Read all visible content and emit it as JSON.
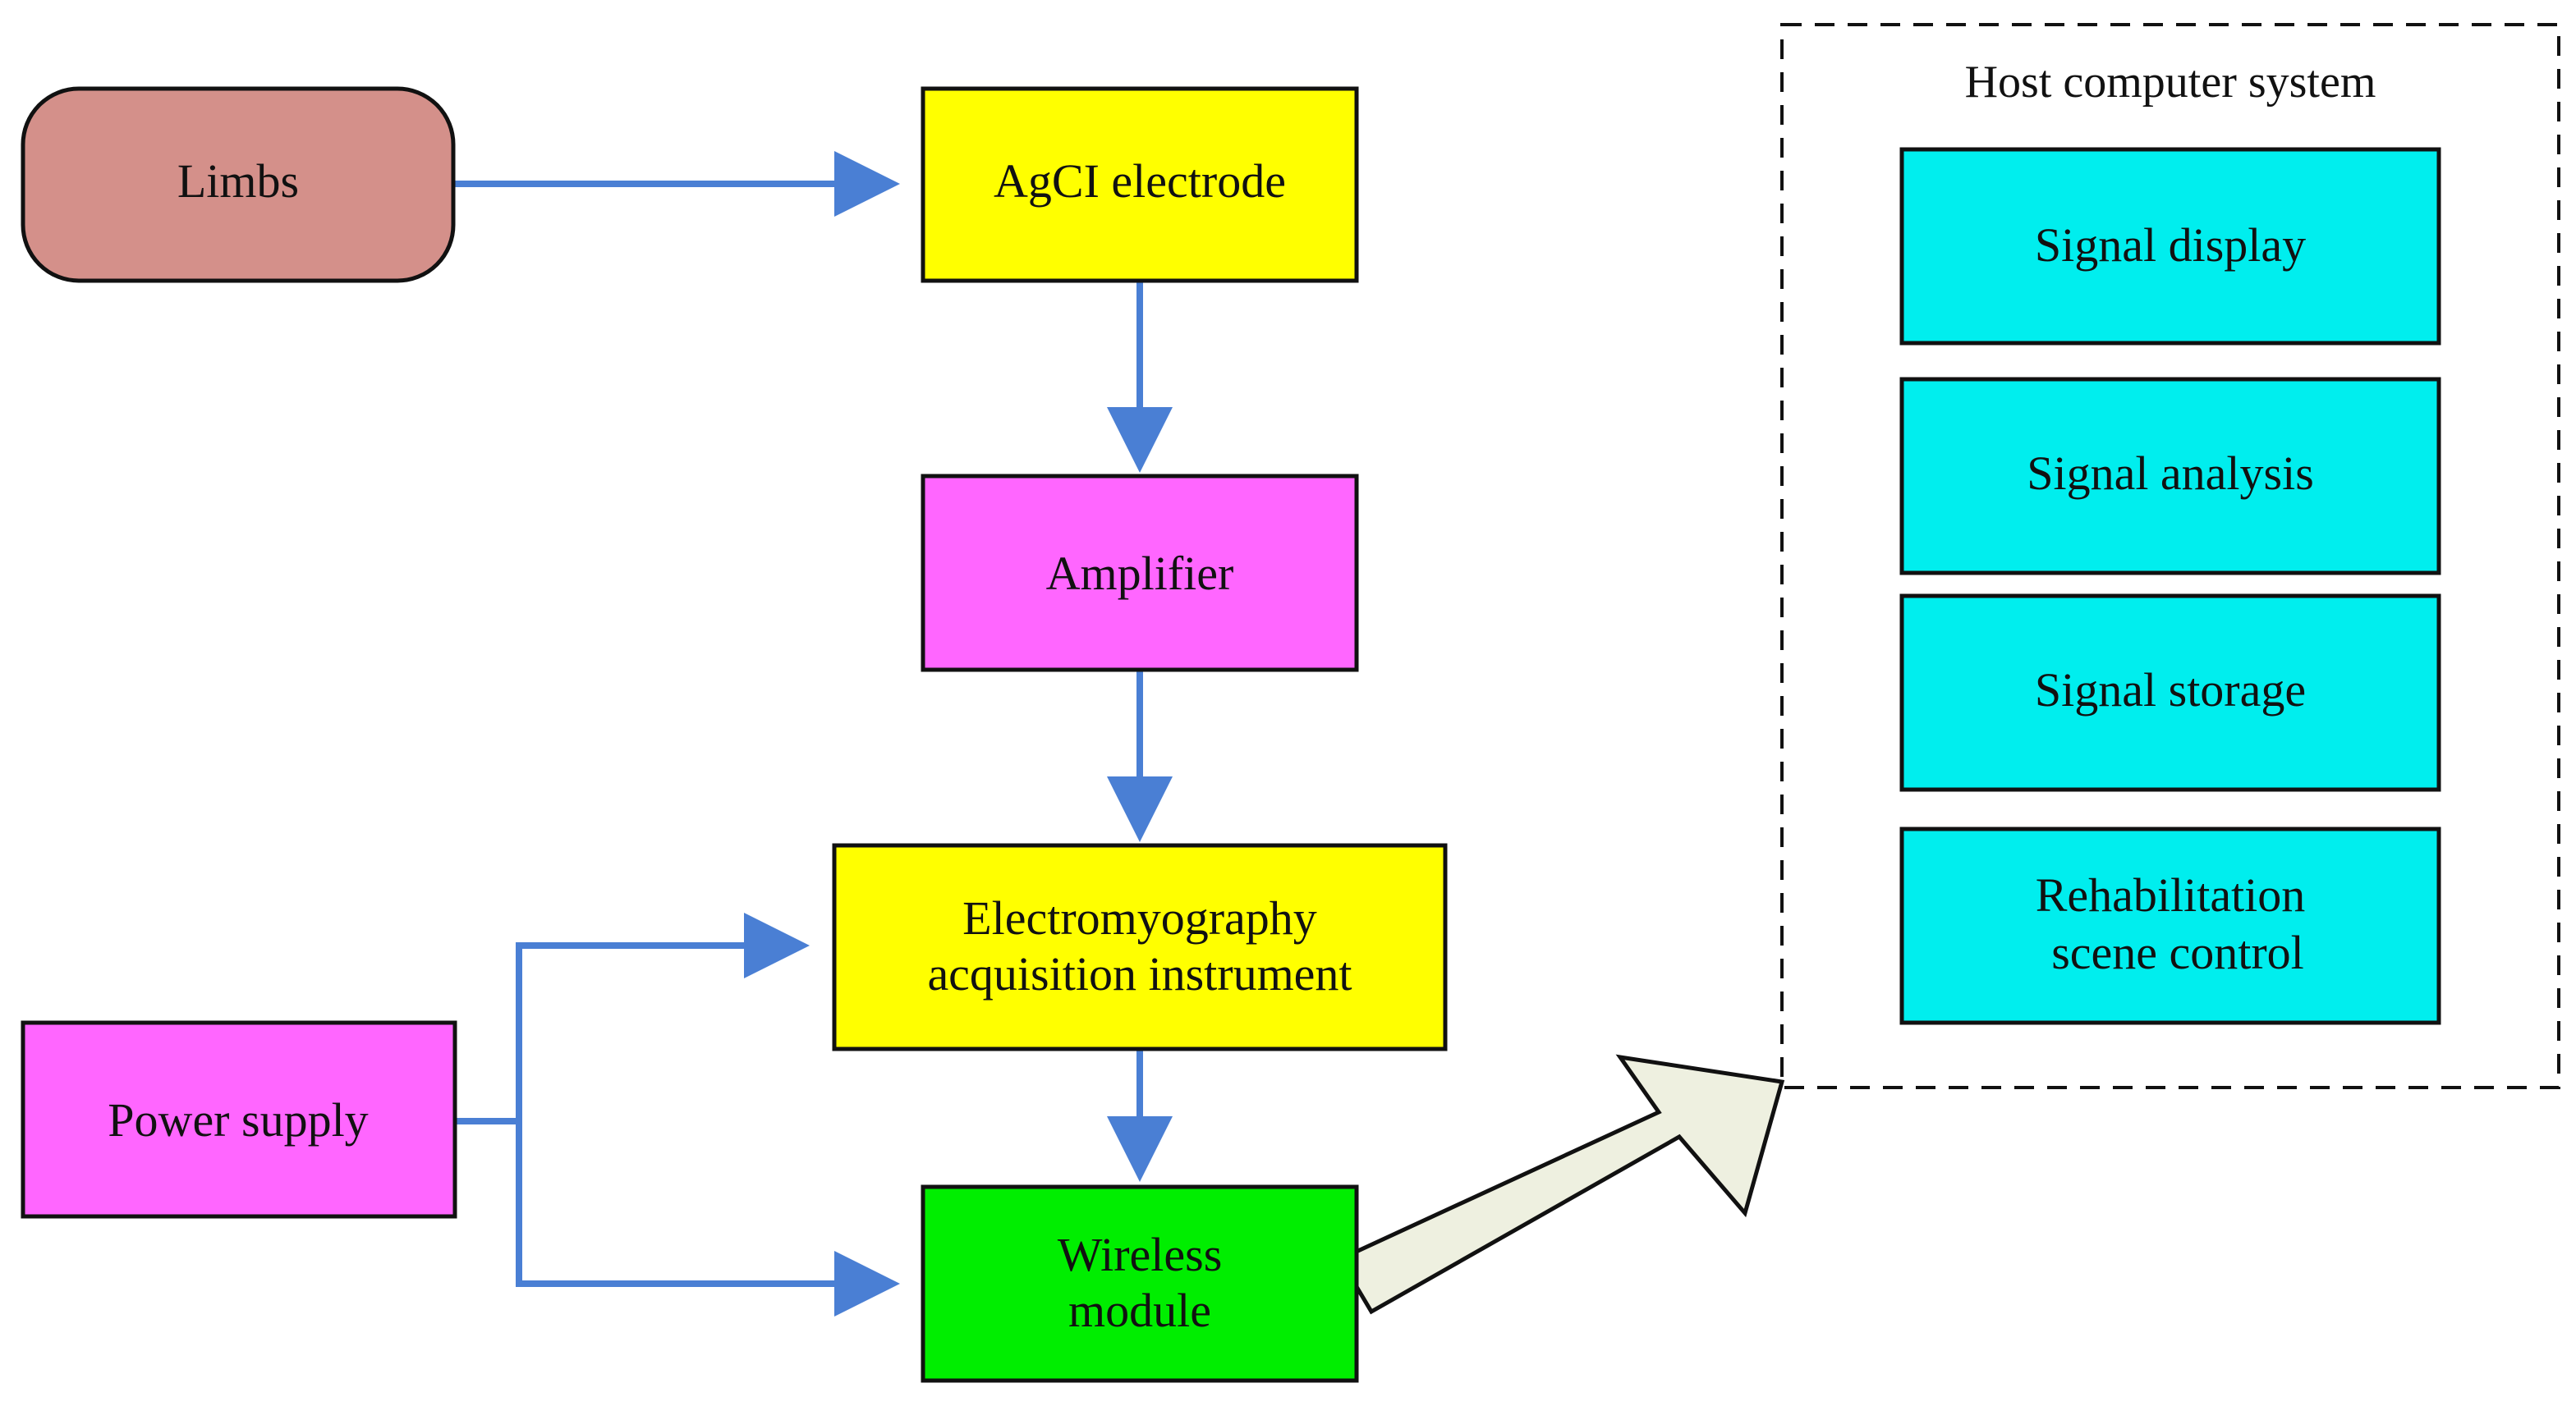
{
  "diagram": {
    "nodes": {
      "limbs": {
        "label": "Limbs",
        "color": "#d4908a"
      },
      "electrode": {
        "label": "AgCI electrode",
        "color": "#ffff00"
      },
      "amplifier": {
        "label": "Amplifier",
        "color": "#ff66ff"
      },
      "emg": {
        "line1": "Electromyography",
        "line2": "acquisition instrument",
        "color": "#ffff00"
      },
      "wireless": {
        "line1": "Wireless",
        "line2": "module",
        "color": "#00ee00"
      },
      "power": {
        "label": "Power supply",
        "color": "#ff66ff"
      }
    },
    "host": {
      "title": "Host computer system",
      "items": [
        {
          "line1": "Signal display",
          "line2": ""
        },
        {
          "line1": "Signal analysis",
          "line2": ""
        },
        {
          "line1": "Signal storage",
          "line2": ""
        },
        {
          "line1": "Rehabilitation",
          "line2": "scene control"
        }
      ],
      "item_color": "#00eeee"
    },
    "colors": {
      "connector": "#4a7fd4",
      "big_arrow_fill": "#eef0e0",
      "stroke": "#111111"
    }
  }
}
